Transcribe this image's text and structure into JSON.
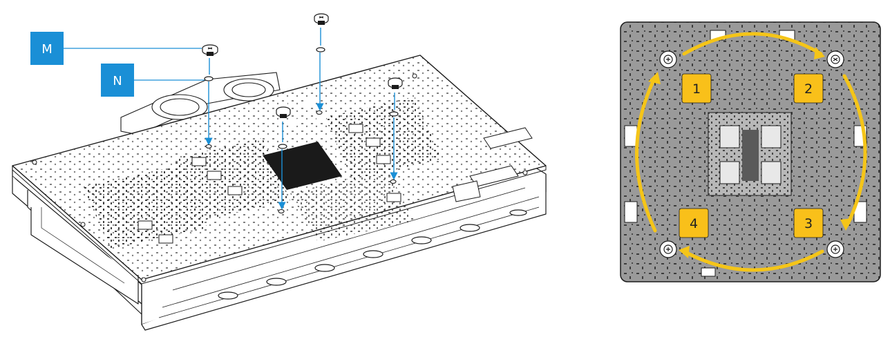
{
  "callouts": {
    "m": {
      "label": "M"
    },
    "n": {
      "label": "N"
    }
  },
  "sequence": {
    "steps": [
      {
        "label": "1"
      },
      {
        "label": "2"
      },
      {
        "label": "3"
      },
      {
        "label": "4"
      }
    ]
  },
  "colors": {
    "callout_blue": "#1a8fd6",
    "guide_line_blue": "#1a8fd6",
    "arrow_yellow": "#f5c518",
    "number_box": "#f9c01a",
    "board_gray": "#9a9a9a",
    "line_dark": "#1a1a1a"
  },
  "icons": {
    "screw": "screw-icon",
    "washer": "washer-icon",
    "mounting_hole": "mounting-hole-icon",
    "rotation_arrow": "curved-arrow-icon"
  }
}
